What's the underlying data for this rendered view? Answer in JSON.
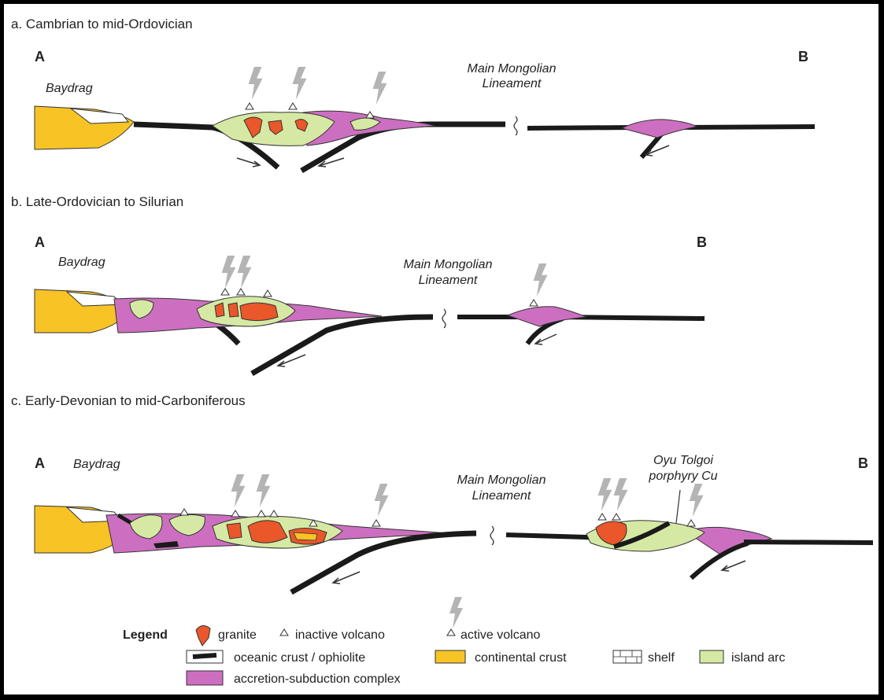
{
  "panels": [
    {
      "title": "a. Cambrian to mid-Ordovician",
      "label_a": "A",
      "label_b": "B",
      "place": "Baydrag",
      "lineament_1": "Main Mongolian",
      "lineament_2": "Lineament"
    },
    {
      "title": "b. Late-Ordovician to Silurian",
      "label_a": "A",
      "label_b": "B",
      "place": "Baydrag",
      "lineament_1": "Main Mongolian",
      "lineament_2": "Lineament"
    },
    {
      "title": "c. Early-Devonian to mid-Carboniferous",
      "label_a": "A",
      "label_b": "B",
      "place": "Baydrag",
      "lineament_1": "Main Mongolian",
      "lineament_2": "Lineament",
      "deposit_1": "Oyu Tolgoi",
      "deposit_2": "porphyry Cu"
    }
  ],
  "legend": {
    "heading": "Legend",
    "granite": "granite",
    "inactive_volcano": "inactive volcano",
    "active_volcano": "active volcano",
    "oceanic_crust": "oceanic crust / ophiolite",
    "continental_crust": "continental crust",
    "shelf": "shelf",
    "island_arc": "island arc",
    "accretion": "accretion-subduction complex"
  },
  "colors": {
    "continental_crust": "#f7c325",
    "island_arc": "#d6e9a4",
    "accretion_complex": "#cc6fc0",
    "granite": "#e9572a",
    "oceanic_crust": "#1a1a1a",
    "lightning": "#b4b4b4"
  }
}
